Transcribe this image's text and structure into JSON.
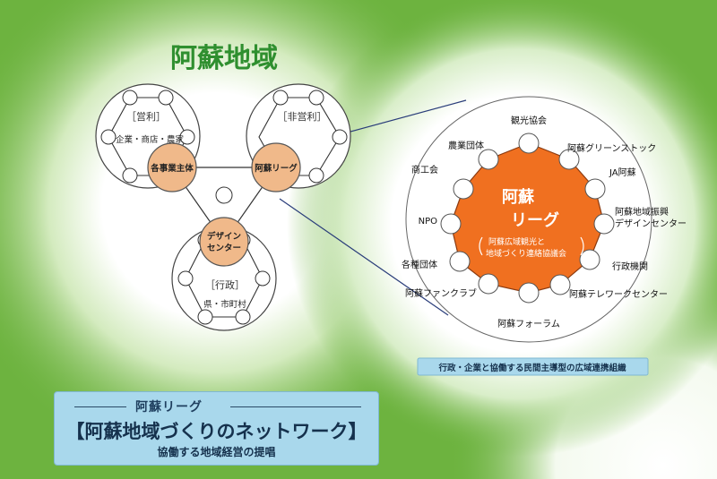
{
  "region_title": "阿蘇地域",
  "left_network": {
    "for_profit": {
      "label": "［営利］",
      "members": "企業・商店・農家"
    },
    "non_profit": {
      "label": "［非営利］"
    },
    "government": {
      "label": "［行政］",
      "members": "県・市町村"
    },
    "hub_business": "各事業主体",
    "hub_league": "阿蘇リーグ",
    "hub_design": [
      "デザイン",
      "センター"
    ]
  },
  "league_detail": {
    "title_line1": "阿蘇",
    "title_line2": "リーグ",
    "subtitle_line1": "阿蘇広域観光と",
    "subtitle_line2": "地域づくり連絡協議会",
    "members": [
      "観光協会",
      "阿蘇グリーンストック",
      "JA阿蘇",
      "阿蘇地域振興",
      "デザインセンター",
      "行政機関",
      "阿蘇テレワークセンター",
      "阿蘇フォーラム",
      "阿蘇ファンクラブ",
      "各種団体",
      "NPO",
      "商工会",
      "農業団体"
    ],
    "caption": "行政・企業と協働する民間主導型の広域連携組織"
  },
  "footer": {
    "kicker": "阿蘇リーグ",
    "headline": "【阿蘇地域づくりのネットワーク】",
    "subline": "協働する地域経営の提唱"
  },
  "colors": {
    "green": "#6db33f",
    "hub_fill": "#f0b98a",
    "hex_orange": "#f07020",
    "title_green": "#2f8f2f",
    "caption_box": "#a9d8ec"
  }
}
